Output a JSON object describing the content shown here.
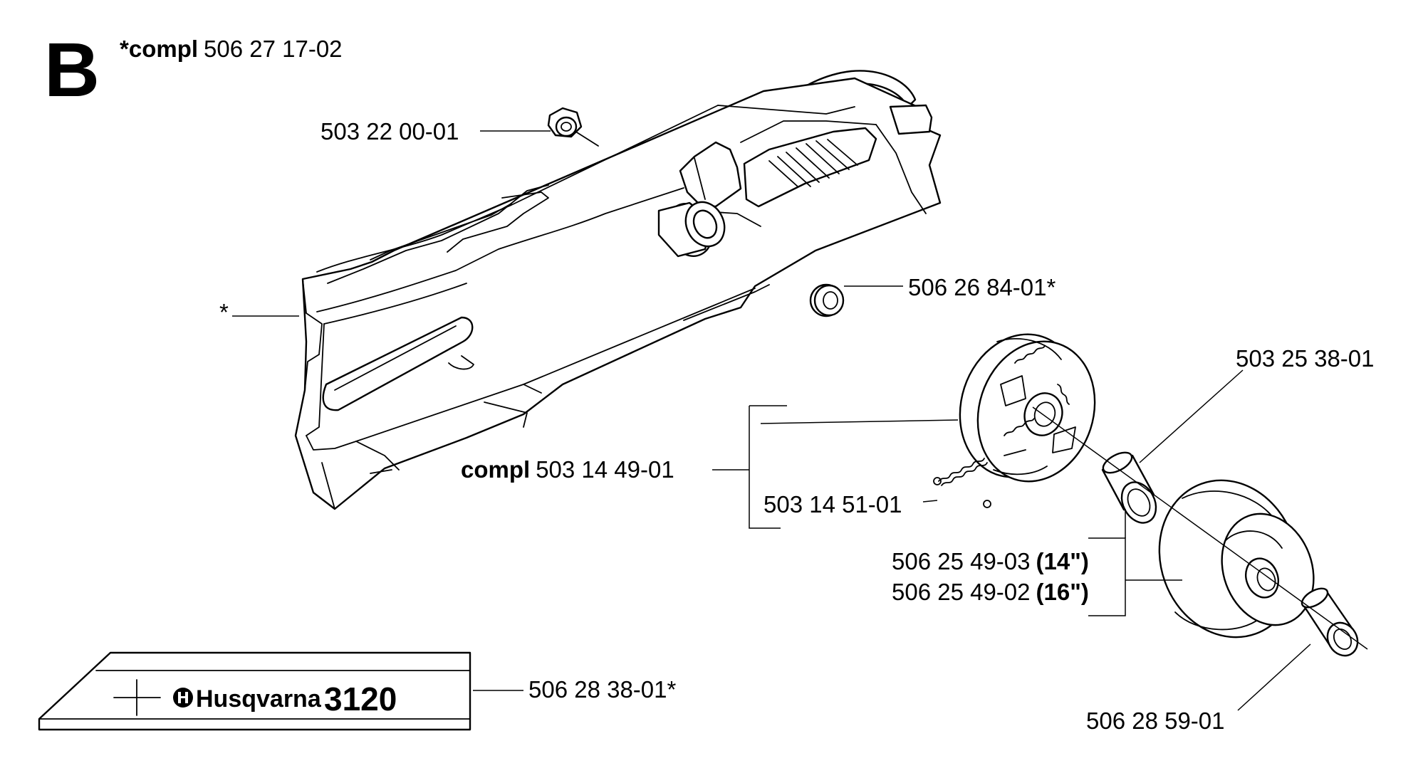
{
  "section": {
    "letter": "B",
    "header_prefix": "*compl",
    "header_number": "506 27 17-02"
  },
  "labels": {
    "nut": "503 22 00-01",
    "washer": "506 26 84-01*",
    "asterisk": "*",
    "clutch_prefix": "compl",
    "clutch_number": "503 14 49-01",
    "spring": "503 14 51-01",
    "needle_bearing": "503 25 38-01",
    "drum_14_number": "506 25 49-03",
    "drum_14_size": "(14\")",
    "drum_16_number": "506 25 49-02",
    "drum_16_size": "(16\")",
    "bar_guard": "506 28 38-01*",
    "rim": "506 28 59-01"
  },
  "decal": {
    "brand": "Husqvarna",
    "model": "3120"
  }
}
